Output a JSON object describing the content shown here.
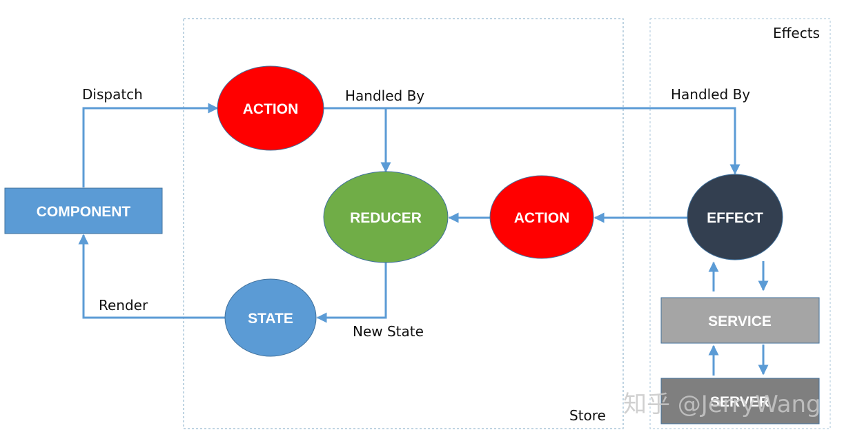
{
  "colors": {
    "line": "#5b9bd5",
    "group_border": "#7fa9c6",
    "action_red": "#ff0000",
    "reducer_green": "#70ad47",
    "state_blue": "#5b9bd5",
    "effect_dark": "#333f50",
    "service_gray": "#a5a5a5",
    "server_gray": "#7f7f7f",
    "component_blue": "#5b9bd5"
  },
  "groups": {
    "store": "Store",
    "effects": "Effects"
  },
  "nodes": {
    "component": "COMPONENT",
    "action_top": "ACTION",
    "reducer": "REDUCER",
    "action_mid": "ACTION",
    "state": "STATE",
    "effect": "EFFECT",
    "service": "SERVICE",
    "server": "SERVER"
  },
  "edge_labels": {
    "dispatch": "Dispatch",
    "handled_by_store": "Handled By",
    "handled_by_effects": "Handled By",
    "render": "Render",
    "new_state": "New State"
  },
  "watermark": "知乎 @JerryWang"
}
